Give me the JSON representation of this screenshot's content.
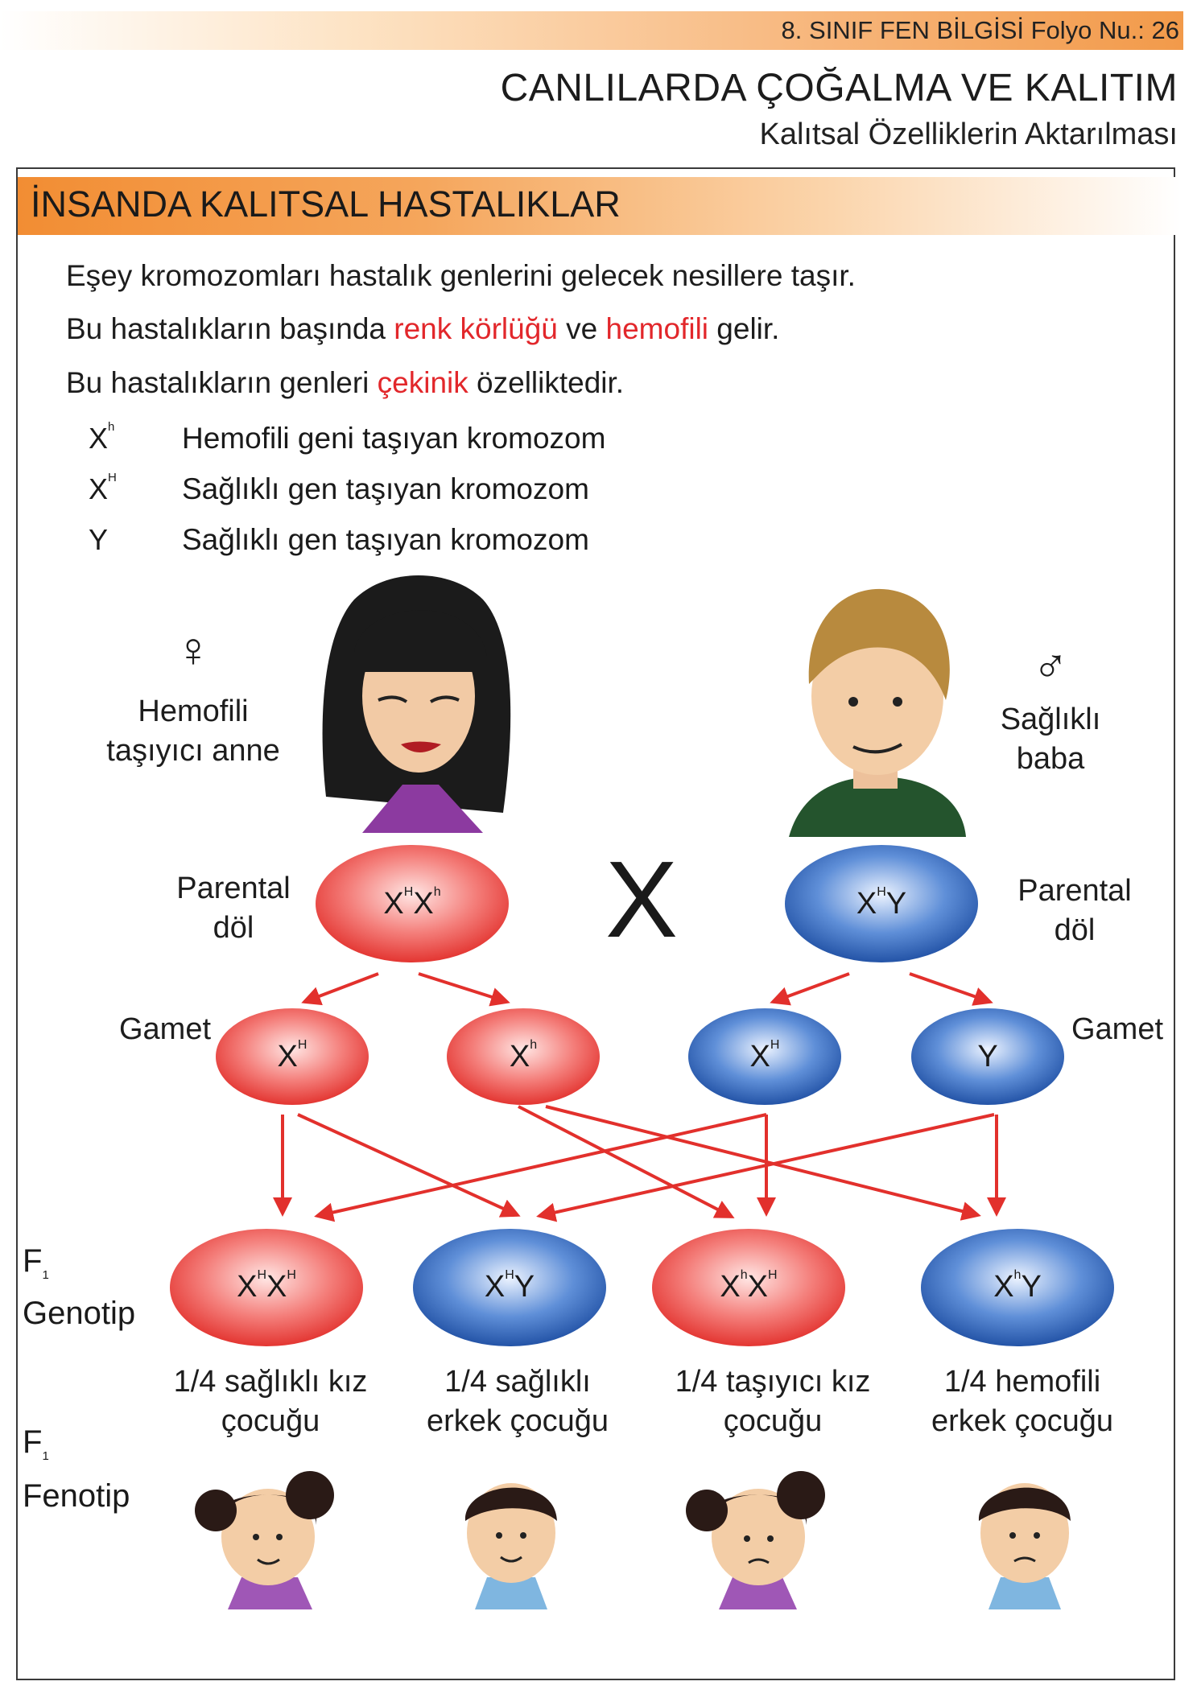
{
  "header": {
    "folio": "8. SINIF FEN BİLGİSİ Folyo Nu.: 26",
    "title": "CANLILARDA ÇOĞALMA VE KALITIM",
    "subtitle": "Kalıtsal Özelliklerin Aktarılması"
  },
  "section": {
    "title": "İNSANDA KALITSAL HASTALIKLAR"
  },
  "intro": {
    "line1": "Eşey kromozomları hastalık genlerini gelecek nesillere taşır.",
    "line2_a": "Bu hastalıkların başında ",
    "line2_b": "renk körlüğü",
    "line2_c": " ve ",
    "line2_d": "hemofili",
    "line2_e": " gelir.",
    "line3_a": "Bu hastalıkların genleri ",
    "line3_b": "çekinik",
    "line3_c": " özelliktedir."
  },
  "legend": [
    {
      "base": "X",
      "sup": "h",
      "text": "Hemofili geni taşıyan kromozom"
    },
    {
      "base": "X",
      "sup": "H",
      "text": "Sağlıklı gen taşıyan kromozom"
    },
    {
      "base": "Y",
      "sup": "",
      "text": "Sağlıklı gen taşıyan kromozom"
    }
  ],
  "mother": {
    "symbol": "♀",
    "line1": "Hemofili",
    "line2": "taşıyıcı anne"
  },
  "father": {
    "symbol": "♂",
    "line1": "Sağlıklı",
    "line2": "baba"
  },
  "labels": {
    "parental_line1": "Parental",
    "parental_line2": "döl",
    "gamet": "Gamet",
    "cross": "X",
    "f1_genotip": "Genotip",
    "f1_fenotip": "Fenotip",
    "f": "F",
    "one": "1"
  },
  "parents": {
    "mother": {
      "a": "X",
      "a_sup": "H",
      "b": "X",
      "b_sup": "h"
    },
    "father": {
      "a": "X",
      "a_sup": "H",
      "b": "Y",
      "b_sup": ""
    }
  },
  "gametes": [
    {
      "base": "X",
      "sup": "H"
    },
    {
      "base": "X",
      "sup": "h"
    },
    {
      "base": "X",
      "sup": "H"
    },
    {
      "base": "Y",
      "sup": ""
    }
  ],
  "offspring": [
    {
      "a": "X",
      "a_sup": "H",
      "b": "X",
      "b_sup": "H",
      "line1": "1/4 sağlıklı kız",
      "line2": "çocuğu"
    },
    {
      "a": "X",
      "a_sup": "H",
      "b": "Y",
      "b_sup": "",
      "line1": "1/4 sağlıklı",
      "line2": "erkek çocuğu"
    },
    {
      "a": "X",
      "a_sup": "h",
      "b": "X",
      "b_sup": "H",
      "line1": "1/4 taşıyıcı kız",
      "line2": "çocuğu"
    },
    {
      "a": "X",
      "a_sup": "h",
      "b": "Y",
      "b_sup": "",
      "line1": "1/4 hemofili",
      "line2": "erkek çocuğu"
    }
  ],
  "colors": {
    "female": "#ee4b4b",
    "male": "#2f63b5",
    "arrow": "#e2302c",
    "accent_orange": "#f28d33"
  }
}
